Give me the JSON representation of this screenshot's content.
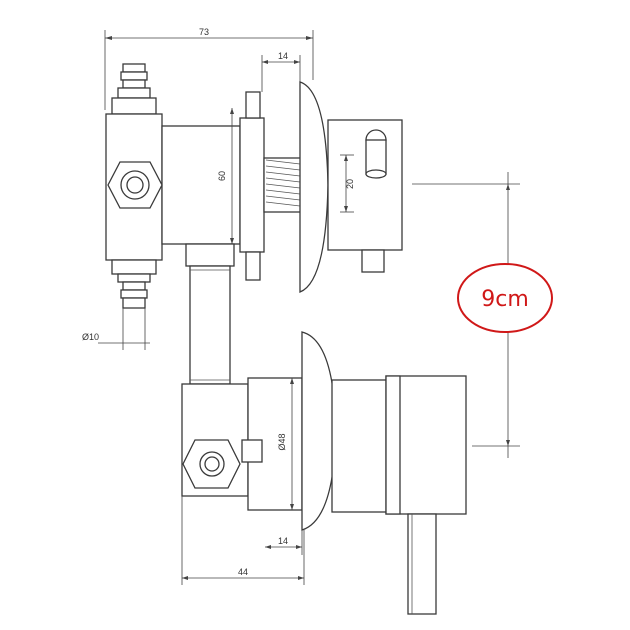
{
  "dimensions": {
    "width_73": "73",
    "top_14": "14",
    "height_60": "60",
    "height_20": "20",
    "diameter_10": "Ø10",
    "diameter_48": "Ø48",
    "bottom_14": "14",
    "width_44": "44"
  },
  "callout": {
    "label": "9cm",
    "color": "#d01818"
  }
}
